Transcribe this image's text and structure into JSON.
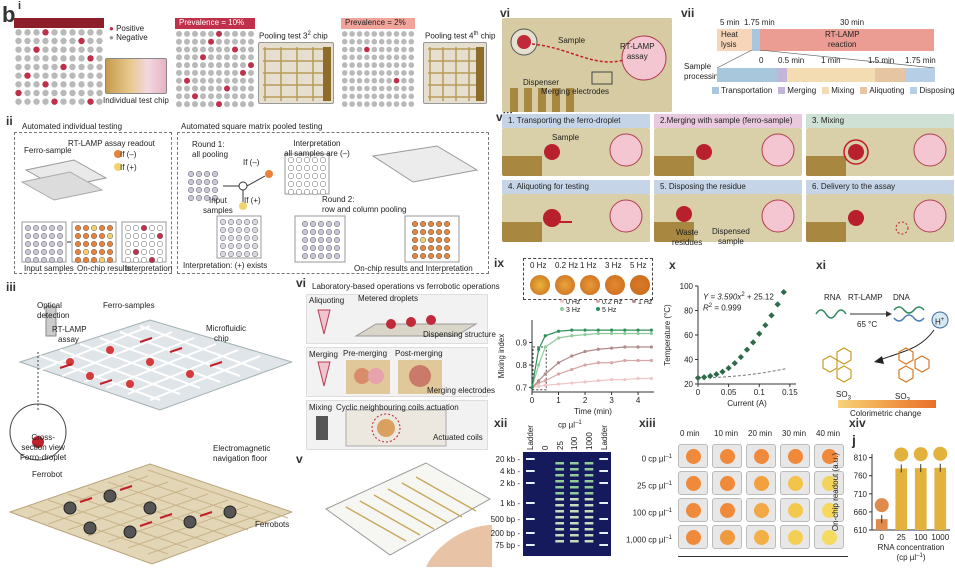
{
  "panel_b": {
    "letter": "b",
    "sub": "i",
    "legend": {
      "positive": "Positive",
      "negative": "Negative"
    },
    "prevalence_a": "Prevalence = 10%",
    "prevalence_b": "Prevalence = 2%",
    "chip_individual": "Individual test chip",
    "pool3": "Pooling test 3",
    "pool3_sup": "2",
    "pool4": "Pooling test 4",
    "pool4_sup": "th",
    "chip": "chip"
  },
  "panel_ii": {
    "num": "ii",
    "left_title": "Automated individual testing",
    "right_title": "Automated square matrix pooled testing",
    "ferro_sample": "Ferro-sample",
    "readout": "RT-LAMP assay readout",
    "if_neg": "If (–)",
    "if_pos": "If (+)",
    "input_samples": "Input samples",
    "onchip": "On-chip results",
    "interp": "Interpretation",
    "round1a": "Round 1:",
    "round1b": "all pooling",
    "ifneg2": "If (–)",
    "ifpos2": "If (+)",
    "interp_neg_a": "Interpretation",
    "interp_neg_b": "all samples are (–)",
    "input2a": "Input",
    "input2b": "samples",
    "round2a": "Round 2:",
    "round2b": "row and column pooling",
    "interp_pos": "Interpretation: (+) exists",
    "onchip_interp": "On-chip results and Interpretation"
  },
  "panel_iii": {
    "num": "iii",
    "optical": "Optical",
    "detection": "detection",
    "rt_lamp": "RT-LAMP",
    "assay": "assay",
    "ferro_samples": "Ferro-samples",
    "microfluidic": "Microfluidic",
    "chip": "chip",
    "cross1": "Cross-",
    "cross2": "section view",
    "cross3": "Ferro-droplet",
    "ferrobot": "Ferrobot",
    "em1": "Electromagnetic",
    "em2": "navigation floor",
    "ferrobots": "Ferrobots"
  },
  "panel_vi_top": {
    "num": "vi",
    "sample": "Sample",
    "rt1": "RT-LAMP",
    "rt2": "assay",
    "dispenser": "Dispenser",
    "merging": "Merging electrodes"
  },
  "panel_vii": {
    "num": "vii",
    "t5": "5 min",
    "t175": "1.75 min",
    "t30": "30 min",
    "heat1": "Heat",
    "heat2": "lysis",
    "rt": "RT-LAMP",
    "reaction": "reaction",
    "sp1": "Sample",
    "sp2": "processing",
    "tick0": "0",
    "tick1": "0.5 min",
    "tick2": "1 min",
    "tick3": "1.5 min",
    "tick4": "1.75 min",
    "legend": [
      "Transportation",
      "Merging",
      "Mixing",
      "Aliquoting",
      "Disposing"
    ],
    "colors": {
      "heat": "#f6d5b8",
      "rt": "#ec9d93",
      "transport": "#a9c7dc",
      "merging": "#c4b4d9",
      "mixing": "#f4dcb2",
      "aliquot": "#e5c5a2",
      "disposing": "#b6cfe6"
    }
  },
  "panel_viii": {
    "num": "viii",
    "steps": [
      "1. Transporting the ferro-droplet",
      "2.Merging with sample (ferro-sample)",
      "3. Mixing",
      "4. Aliquoting for testing",
      "5. Disposing the residue",
      "6. Delivery to the assay"
    ],
    "sample": "Sample",
    "waste1": "Waste",
    "waste2": "residues",
    "disp1": "Dispensed",
    "disp2": "sample"
  },
  "panel_vi_mid": {
    "num": "vi",
    "title": "Laboratory-based operations vs ferrobotic operations",
    "aliquoting": "Aliquoting",
    "metered": "Metered droplets",
    "dispensing": "Dispensing structure",
    "merging": "Merging",
    "pre": "Pre-merging",
    "post": "Post-merging",
    "merging_el": "Merging electrodes",
    "mixing": "Mixing",
    "cyclic": "Cyclic neighbouring coils actuation",
    "actuated": "Actuated coils"
  },
  "panel_v": {
    "num": "v"
  },
  "panel_ix": {
    "num": "ix",
    "freq_top": [
      "0 Hz",
      "0.2 Hz",
      "1 Hz",
      "3 Hz",
      "5 Hz"
    ],
    "chart_data": {
      "type": "line",
      "xlabel": "Time (min)",
      "ylabel": "Mixing index",
      "xlim": [
        0,
        4.6
      ],
      "ylim": [
        0.68,
        1.0
      ],
      "xticks": [
        "0",
        "1",
        "2",
        "3",
        "4"
      ],
      "yticks": [
        "0.7",
        "0.8",
        "0.9"
      ],
      "series": [
        {
          "name": "0 Hz",
          "color": "#efc7c7",
          "x": [
            0,
            0.25,
            0.5,
            1,
            1.5,
            2,
            2.5,
            3,
            3.5,
            4,
            4.5
          ],
          "y": [
            0.7,
            0.705,
            0.71,
            0.715,
            0.72,
            0.725,
            0.73,
            0.735,
            0.735,
            0.74,
            0.74
          ]
        },
        {
          "name": "0.2 Hz",
          "color": "#d7a6a6",
          "x": [
            0,
            0.25,
            0.5,
            1,
            1.5,
            2,
            2.5,
            3,
            3.5,
            4,
            4.5
          ],
          "y": [
            0.7,
            0.72,
            0.73,
            0.76,
            0.78,
            0.8,
            0.81,
            0.81,
            0.82,
            0.82,
            0.82
          ]
        },
        {
          "name": "1 Hz",
          "color": "#b28a8a",
          "x": [
            0,
            0.25,
            0.5,
            1,
            1.5,
            2,
            2.5,
            3,
            3.5,
            4,
            4.5
          ],
          "y": [
            0.7,
            0.73,
            0.76,
            0.81,
            0.84,
            0.86,
            0.87,
            0.875,
            0.88,
            0.88,
            0.88
          ]
        },
        {
          "name": "3 Hz",
          "color": "#8fcc9d",
          "x": [
            0,
            0.25,
            0.5,
            1,
            1.5,
            2,
            2.5,
            3,
            3.5,
            4,
            4.5
          ],
          "y": [
            0.7,
            0.8,
            0.88,
            0.92,
            0.93,
            0.935,
            0.94,
            0.94,
            0.94,
            0.94,
            0.94
          ]
        },
        {
          "name": "5 Hz",
          "color": "#2f8f5a",
          "x": [
            0,
            0.25,
            0.5,
            1,
            1.5,
            2,
            2.5,
            3,
            3.5,
            4,
            4.5
          ],
          "y": [
            0.7,
            0.87,
            0.93,
            0.95,
            0.955,
            0.955,
            0.955,
            0.955,
            0.955,
            0.955,
            0.955
          ]
        }
      ]
    }
  },
  "panel_x": {
    "num": "x",
    "eq1": "Y = 3.590x",
    "eq1_sup": "2",
    "eq1_tail": " + 25.12",
    "eq2": "R",
    "eq2_sup": "2",
    "eq2_tail": " = 0.999",
    "chart_data": {
      "type": "scatter",
      "xlabel": "Current (A)",
      "ylabel": "Temperature (°C)",
      "xlim": [
        0,
        0.16
      ],
      "ylim": [
        20,
        100
      ],
      "xticks": [
        "0",
        "0.05",
        "0.1",
        "0.15"
      ],
      "yticks": [
        "20",
        "40",
        "60",
        "80",
        "100"
      ],
      "x": [
        0,
        0.01,
        0.02,
        0.03,
        0.04,
        0.05,
        0.06,
        0.07,
        0.08,
        0.09,
        0.1,
        0.11,
        0.12,
        0.13,
        0.14
      ],
      "y": [
        25,
        25.5,
        26.5,
        28,
        30,
        33,
        37,
        42,
        48,
        54,
        61,
        68,
        76,
        85,
        95
      ]
    }
  },
  "panel_xi": {
    "num": "xi",
    "rna": "RNA",
    "rt": "RT-LAMP",
    "dna": "DNA",
    "temp": "65 °C",
    "h": "H",
    "h_sup": "+",
    "so3a": "SO",
    "so3b": "SO",
    "sub3": "3",
    "color_change": "Colorimetric change"
  },
  "panel_xii": {
    "num": "xii",
    "cols": [
      "Ladder",
      "0",
      "25",
      "100",
      "1000",
      "Ladder"
    ],
    "unit": "cp µl",
    "unit_sup": "–1",
    "bands": [
      "20 kb",
      "4 kb",
      "2 kb",
      "1 kb",
      "500 bp",
      "200 bp",
      "75 bp"
    ]
  },
  "panel_xiii": {
    "num": "xiii",
    "times": [
      "0 min",
      "10 min",
      "20 min",
      "30 min",
      "40 min"
    ],
    "rows": [
      "0 cp µl",
      "25 cp µl",
      "100 cp µl",
      "1,000 cp µl"
    ],
    "row_sup": "–1"
  },
  "panel_xiv": {
    "num": "xiv",
    "letter": "j",
    "chart_data": {
      "type": "bar",
      "categories": [
        "0",
        "25",
        "100",
        "1000"
      ],
      "values": [
        640,
        780,
        781,
        782
      ],
      "xlabel": "RNA concentration",
      "xlabel2": "(cp µl",
      "xlabel_sup": "–1",
      "xlabel_tail": ")",
      "ylabel": "On-chip readout (a.u.)",
      "ylim": [
        610,
        820
      ],
      "yticks": [
        "610",
        "660",
        "710",
        "760",
        "810"
      ],
      "colors": [
        "#e08a4e",
        "#e3b23c",
        "#e3b23c",
        "#e3b23c"
      ]
    }
  }
}
